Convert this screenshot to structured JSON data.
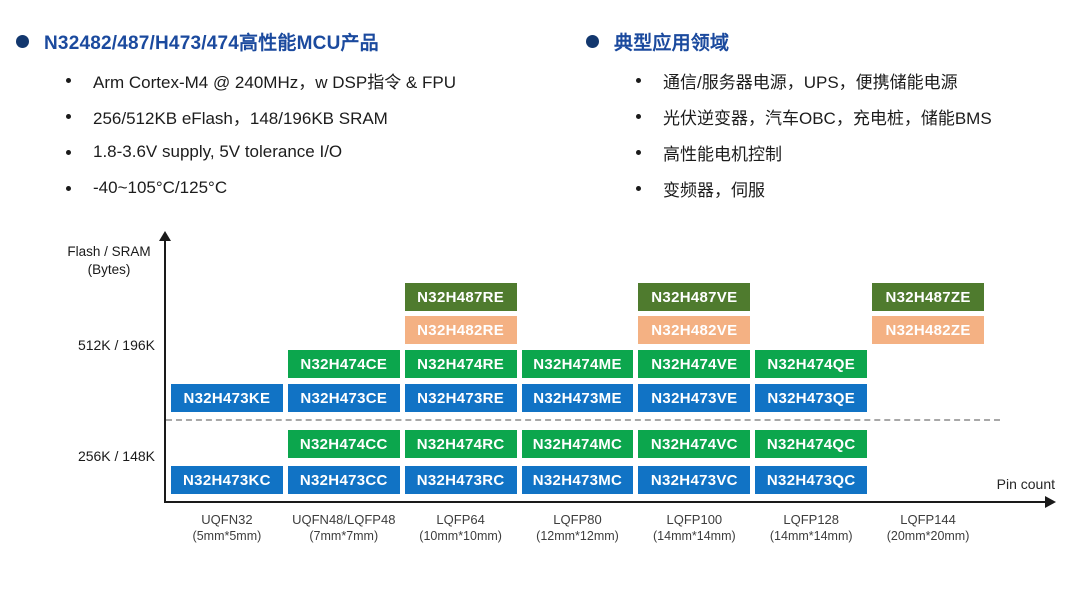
{
  "sections": [
    {
      "title": "N32482/487/H473/474高性能MCU产品",
      "items": [
        "Arm Cortex-M4 @ 240MHz，w DSP指令 & FPU",
        "256/512KB eFlash，148/196KB SRAM",
        "1.8-3.6V supply, 5V tolerance I/O",
        "-40~105°C/125°C"
      ]
    },
    {
      "title": "典型应用领域",
      "items": [
        "通信/服务器电源，UPS，便携储能电源",
        "光伏逆变器，汽车OBC，充电桩，储能BMS",
        "高性能电机控制",
        "变频器，伺服"
      ]
    }
  ],
  "colors": {
    "heading_blue": "#1b4a9e",
    "section_bullet_navy": "#12376e",
    "series_n32h487": "#4f7b2e",
    "series_n32h482": "#f4b183",
    "series_n32h474": "#0ca64d",
    "series_n32h473": "#1173c5"
  },
  "chart_data": {
    "type": "table",
    "title": "",
    "ylabel": "Flash / SRAM (Bytes)",
    "ylabel_lines": [
      "Flash / SRAM",
      "(Bytes)"
    ],
    "xlabel": "Pin count",
    "y_ticks": [
      "512K / 196K",
      "256K / 148K"
    ],
    "x_categories": [
      {
        "package": "UQFN32",
        "size": "(5mm*5mm)"
      },
      {
        "package": "UQFN48/LQFP48",
        "size": "(7mm*7mm)"
      },
      {
        "package": "LQFP64",
        "size": "(10mm*10mm)"
      },
      {
        "package": "LQFP80",
        "size": "(12mm*12mm)"
      },
      {
        "package": "LQFP100",
        "size": "(14mm*14mm)"
      },
      {
        "package": "LQFP128",
        "size": "(14mm*14mm)"
      },
      {
        "package": "LQFP144",
        "size": "(20mm*20mm)"
      }
    ],
    "series_colors": {
      "N32H487": "#4f7b2e",
      "N32H482": "#f4b183",
      "N32H474": "#0ca64d",
      "N32H473": "#1173c5"
    },
    "rows": [
      {
        "series": "N32H487",
        "memory": "512K / 196K",
        "cells": [
          null,
          null,
          "N32H487RE",
          null,
          "N32H487VE",
          null,
          "N32H487ZE"
        ]
      },
      {
        "series": "N32H482",
        "memory": "512K / 196K",
        "cells": [
          null,
          null,
          "N32H482RE",
          null,
          "N32H482VE",
          null,
          "N32H482ZE"
        ]
      },
      {
        "series": "N32H474",
        "memory": "512K / 196K",
        "cells": [
          null,
          "N32H474CE",
          "N32H474RE",
          "N32H474ME",
          "N32H474VE",
          "N32H474QE",
          null
        ]
      },
      {
        "series": "N32H473",
        "memory": "512K / 196K",
        "cells": [
          "N32H473KE",
          "N32H473CE",
          "N32H473RE",
          "N32H473ME",
          "N32H473VE",
          "N32H473QE",
          null
        ]
      },
      {
        "series": "N32H474",
        "memory": "256K / 148K",
        "cells": [
          null,
          "N32H474CC",
          "N32H474RC",
          "N32H474MC",
          "N32H474VC",
          "N32H474QC",
          null
        ]
      },
      {
        "series": "N32H473",
        "memory": "256K / 148K",
        "cells": [
          "N32H473KC",
          "N32H473CC",
          "N32H473RC",
          "N32H473MC",
          "N32H473VC",
          "N32H473QC",
          null
        ]
      }
    ]
  }
}
